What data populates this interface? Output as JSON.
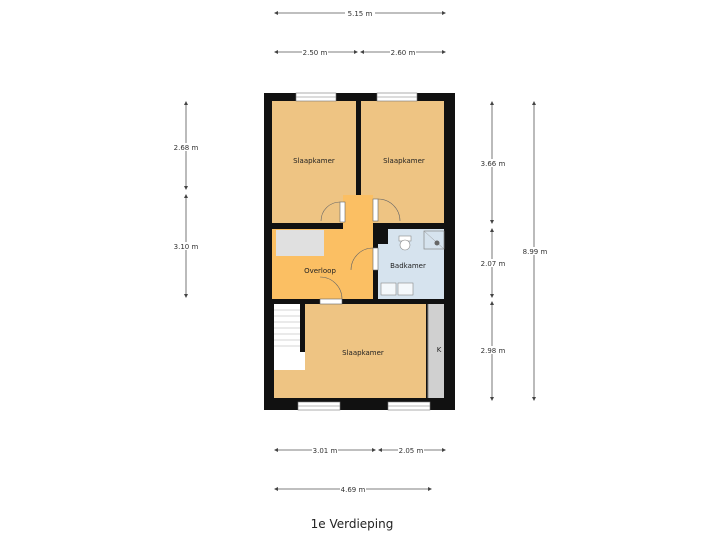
{
  "title": "1e Verdieping",
  "rooms": {
    "slaapkamer_top_left": "Slaapkamer",
    "slaapkamer_top_right": "Slaapkamer",
    "overloop": "Overloop",
    "badkamer": "Badkamer",
    "slaapkamer_bottom": "Slaapkamer",
    "kast": "K"
  },
  "dimensions": {
    "top_total": "5.15 m",
    "top_left": "2.50 m",
    "top_right": "2.60 m",
    "left_upper": "2.68 m",
    "left_lower": "3.10 m",
    "right_upper": "3.66 m",
    "right_middle": "2.07 m",
    "right_lower": "2.98 m",
    "right_total": "8.99 m",
    "bottom_left": "3.01 m",
    "bottom_right": "2.05 m",
    "bottom_total": "4.69 m"
  },
  "colors": {
    "bedroom": "#eec483",
    "landing": "#fbbf63",
    "bathroom": "#d6e3ee",
    "wall": "#111111",
    "stairs": "#e0e0e0"
  }
}
